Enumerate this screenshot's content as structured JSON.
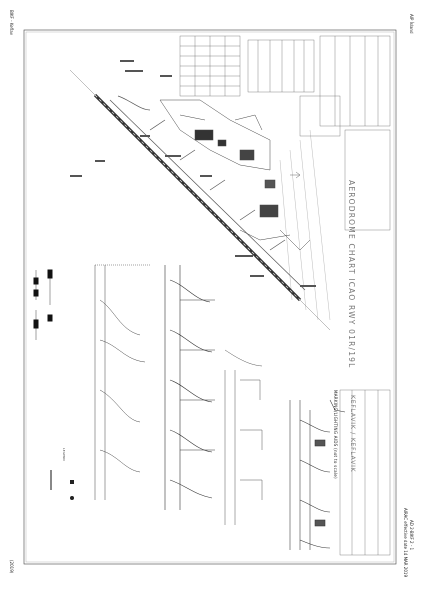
{
  "page": {
    "left_header": "BIKF - Keflav",
    "right_header": "AIP Ísland",
    "right_footer_1": "AD 2-BIKF 2 - 1",
    "right_footer_2": "AIRAC effective date 14 MAR 2019",
    "left_footer": "(2019)"
  },
  "chart": {
    "main_title": "AERODROME CHART ICAO RWY 01R/19L",
    "sub_title": "KEFLAVIK / KEFLAVIK",
    "section_title": "MARKING/LIGHTING AIDS (not to scale)",
    "legend_label": "LEGEND",
    "colors": {
      "ink": "#333333",
      "runway": "#555555",
      "paper": "#ffffff"
    }
  }
}
